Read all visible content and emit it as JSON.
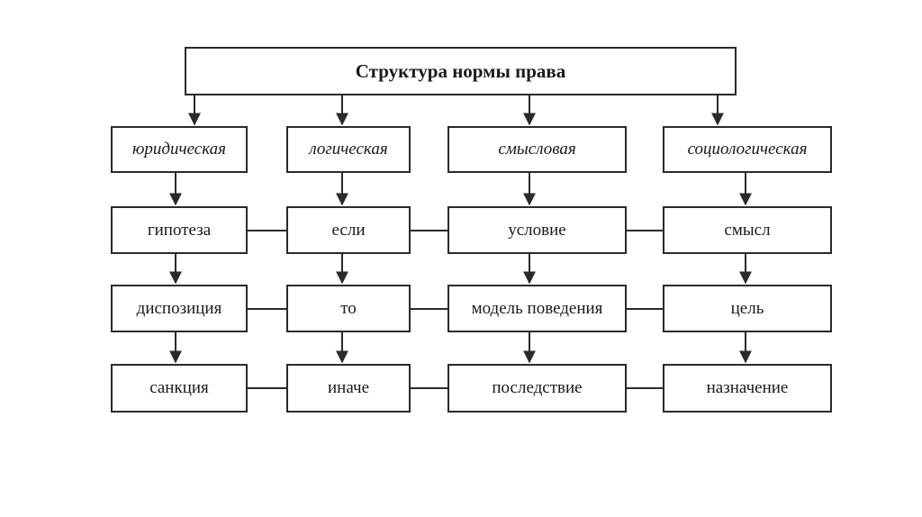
{
  "title": "Структура нормы права",
  "columns": [
    {
      "header": "юридическая",
      "items": [
        "гипотеза",
        "диспозиция",
        "санкция"
      ]
    },
    {
      "header": "логическая",
      "items": [
        "если",
        "то",
        "иначе"
      ]
    },
    {
      "header": "смысловая",
      "items": [
        "условие",
        "модель поведения",
        "последствие"
      ]
    },
    {
      "header": "социологическая",
      "items": [
        "смысл",
        "цель",
        "назначение"
      ]
    }
  ],
  "colors": {
    "line": "#2a2a2a",
    "background": "#ffffff"
  }
}
